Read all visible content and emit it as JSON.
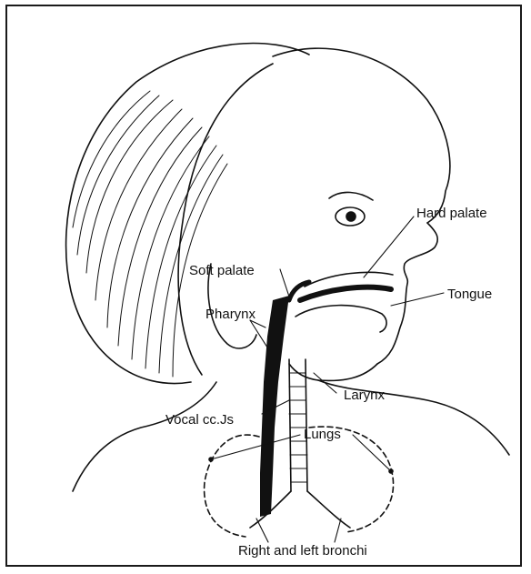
{
  "diagram": {
    "labels": {
      "hard_palate": "Hard palate",
      "soft_palate": "Soft palate",
      "tongue": "Tongue",
      "pharynx": "Pharynx",
      "larynx": "Larynx",
      "vocal_cords": "Vocal cc.Js",
      "lungs": "Lungs",
      "bronchi": "Right and left bronchi"
    },
    "colors": {
      "ink": "#111111",
      "background": "#ffffff"
    }
  }
}
